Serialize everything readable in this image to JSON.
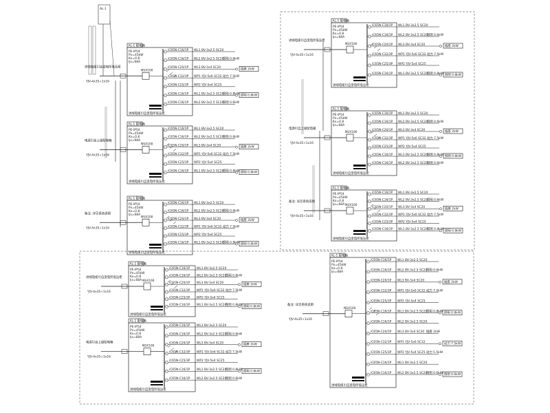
{
  "sheet": {
    "top_label": "AL-1",
    "panels": [
      {
        "id": "panel-left-upper-1",
        "header": "AL-1 配电箱",
        "meta": [
          "PE-IP54",
          "Pn=45kW",
          "Kx=0.8",
          "Ijs=68A"
        ],
        "incoming": "YJV-4x35+1x16",
        "breaker": "NSX100",
        "circuits": [
          {
            "no": "WL1",
            "breaker": "iC65N-C16/1P",
            "cable": "BV-3x2.5 SC20",
            "load": "照明 0.8kW"
          },
          {
            "no": "WL2",
            "breaker": "iC65N-C16/1P",
            "cable": "BV-3x2.5 SC20",
            "load": "照明 0.6kW"
          },
          {
            "no": "WL3",
            "breaker": "iC65N-C20/1P",
            "cable": "BV-3x4 SC20",
            "load": "插座 2kW"
          },
          {
            "no": "WP1",
            "breaker": "iC65N-C32/3P",
            "cable": "YJV-5x6 SC32",
            "load": "动力 7.5kW"
          },
          {
            "no": "WP2",
            "breaker": "iC65N-C25/3P",
            "cable": "YJV-5x4 SC25",
            "load": "动力 5.5kW"
          }
        ]
      }
    ],
    "notes": [
      "进线电缆引自变电所低压柜",
      "电源引自上级配电箱",
      "备注: 详见系统说明"
    ]
  }
}
